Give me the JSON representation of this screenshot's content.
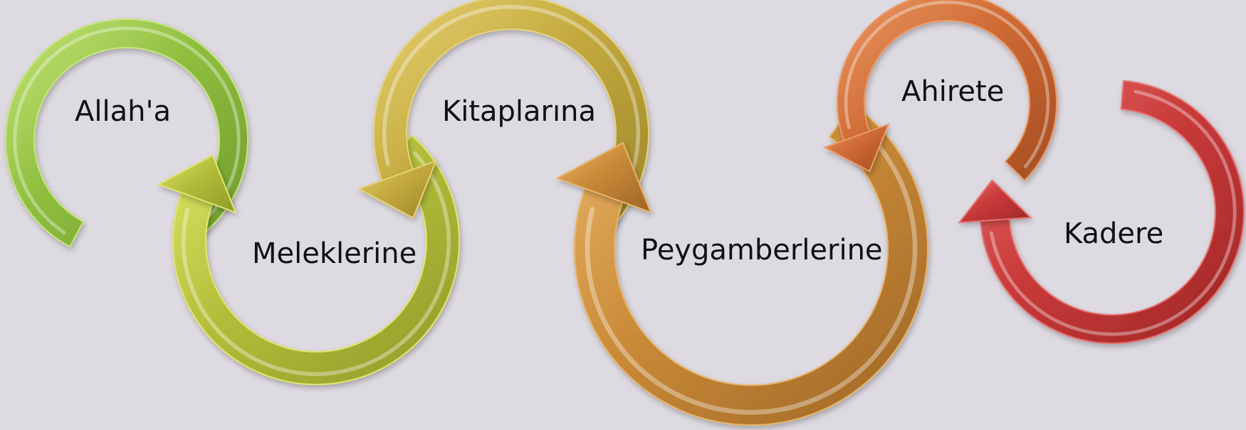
{
  "diagram": {
    "background": "#dedae1",
    "stages": [
      {
        "label": "Allah'a",
        "color": "#8fbf3f",
        "light": "#c6e57a",
        "dark": "#6f9a2c"
      },
      {
        "label": "Meleklerine",
        "color": "#b3bd3a",
        "light": "#dfe66a",
        "dark": "#8f9a28"
      },
      {
        "label": "Kitaplarına",
        "color": "#c4aa3e",
        "light": "#e6d274",
        "dark": "#9c852c"
      },
      {
        "label": "Peygamberlerine",
        "color": "#c98a38",
        "light": "#e8b468",
        "dark": "#9d6526"
      },
      {
        "label": "Ahirete",
        "color": "#cf6a34",
        "light": "#eb9a66",
        "dark": "#a44d22"
      },
      {
        "label": "Kadere",
        "color": "#c93a3a",
        "light": "#e87070",
        "dark": "#9e2626"
      }
    ]
  }
}
